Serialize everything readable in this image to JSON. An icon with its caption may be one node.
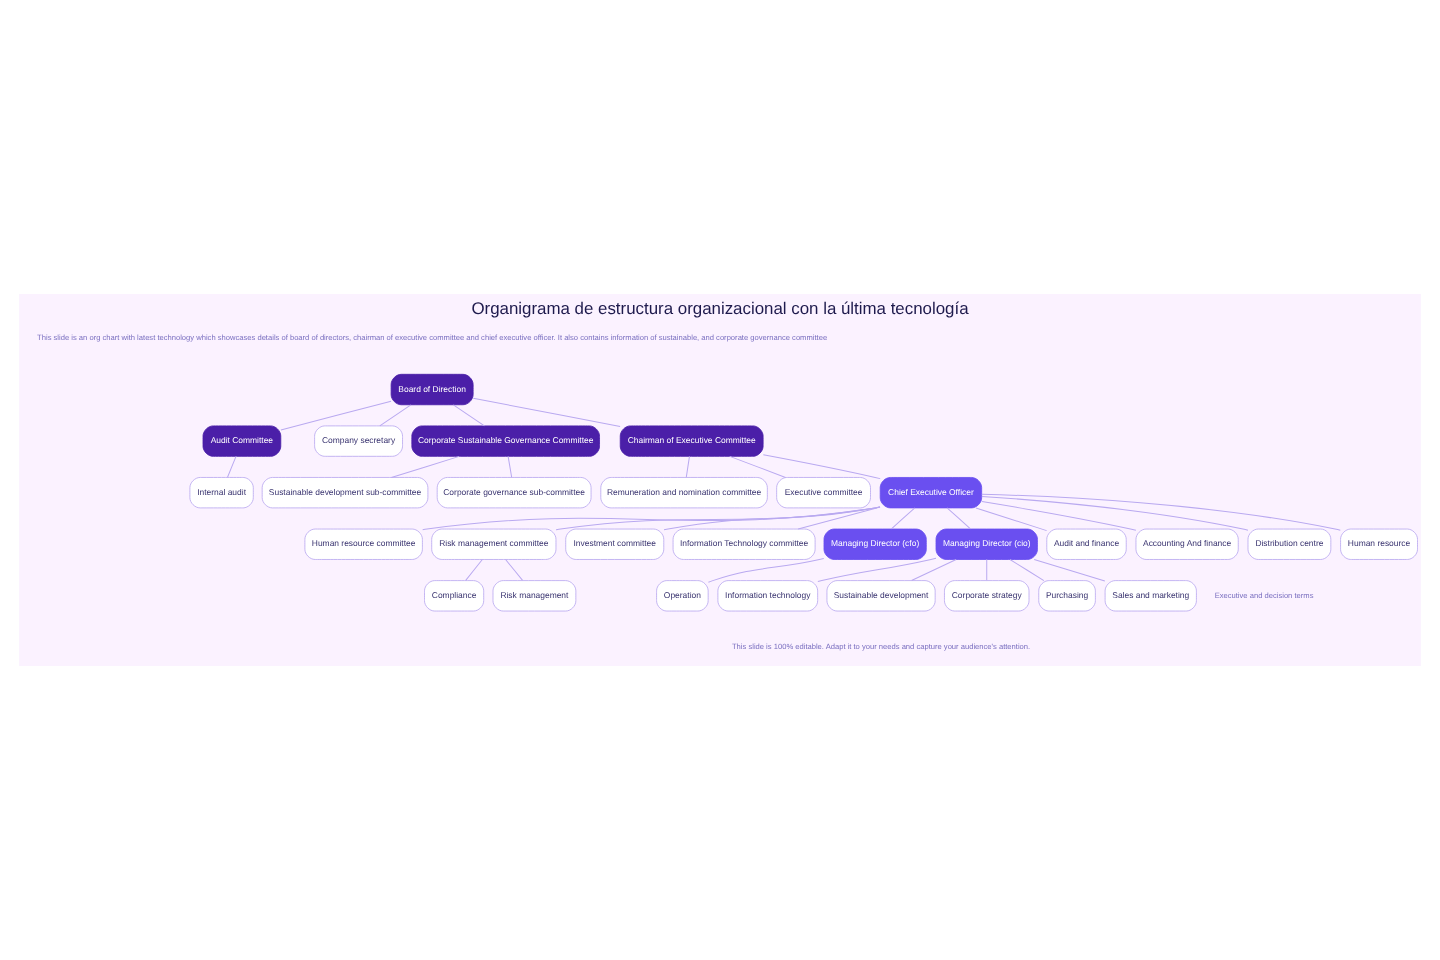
{
  "diagram": {
    "title": "Organigrama de estructura organizacional con la última tecnología",
    "caption": "This slide is 100% editable. Adapt it to your needs and capture your audience's attention.",
    "nodes": [
      {
        "text": [
          "Board of Direction"
        ]
      },
      {
        "text": [
          "Audit Committee"
        ]
      },
      {
        "text": [
          "Internal audit"
        ]
      },
      {
        "text": [
          "Company secretary"
        ]
      },
      {
        "text": [
          "Corporate Sustainable Governance Committee"
        ]
      },
      {
        "text": [
          "Sustainable development sub-committee"
        ]
      },
      {
        "text": [
          "Corporate governance sub-committee"
        ]
      },
      {
        "text": [
          "Chairman of Executive Committee"
        ]
      },
      {
        "text": [
          "Remuneration and nomination committee"
        ]
      },
      {
        "text": [
          "Executive committee"
        ]
      },
      {
        "text": [
          "Chief Executive Officer"
        ]
      },
      {
        "text": [
          "Human resource committee"
        ]
      },
      {
        "text": [
          "Risk management committee"
        ]
      },
      {
        "text": [
          "Compliance"
        ]
      },
      {
        "text": [
          "Risk management"
        ]
      },
      {
        "text": [
          "Investment committee"
        ]
      },
      {
        "text": [
          "Information Technology committee"
        ]
      },
      {
        "text": [
          "Managing Director (cfo)"
        ]
      },
      {
        "text": [
          "Managing Director (cio)"
        ]
      },
      {
        "text": [
          "Audit and finance"
        ]
      },
      {
        "text": [
          "Accounting And finance"
        ]
      },
      {
        "text": [
          "Distribution centre"
        ]
      },
      {
        "text": [
          "Human resource"
        ]
      },
      {
        "text": [
          "Operation"
        ]
      },
      {
        "text": [
          "Information technology"
        ]
      },
      {
        "text": [
          "Sustainable development"
        ]
      },
      {
        "text": [
          "Corporate strategy"
        ]
      },
      {
        "text": [
          "Purchasing"
        ]
      },
      {
        "text": [
          "Sales and marketing"
        ]
      }
    ],
    "edges": [
      {
        "from": 0,
        "to": 1,
        "arrow": "none"
      },
      {
        "from": 1,
        "to": 2,
        "arrow": "none"
      },
      {
        "from": 0,
        "to": 3,
        "arrow": "none"
      },
      {
        "from": 0,
        "to": 4,
        "arrow": "none"
      },
      {
        "from": 4,
        "to": 5,
        "arrow": "none"
      },
      {
        "from": 4,
        "to": 6,
        "arrow": "none"
      },
      {
        "from": 0,
        "to": 7,
        "arrow": "none"
      },
      {
        "from": 7,
        "to": 8,
        "arrow": "none"
      },
      {
        "from": 7,
        "to": 9,
        "arrow": "none"
      },
      {
        "from": 7,
        "to": 10,
        "arrow": "none"
      },
      {
        "from": 10,
        "to": 11,
        "arrow": "none"
      },
      {
        "from": 10,
        "to": 12,
        "arrow": "none"
      },
      {
        "from": 12,
        "to": 13,
        "arrow": "none"
      },
      {
        "from": 12,
        "to": 14,
        "arrow": "none"
      },
      {
        "from": 10,
        "to": 15,
        "arrow": "none"
      },
      {
        "from": 10,
        "to": 16,
        "arrow": "none"
      },
      {
        "from": 10,
        "to": 17,
        "arrow": "none"
      },
      {
        "from": 10,
        "to": 18,
        "arrow": "none"
      },
      {
        "from": 10,
        "to": 19,
        "arrow": "none"
      },
      {
        "from": 10,
        "to": 20,
        "arrow": "none"
      },
      {
        "from": 10,
        "to": 21,
        "arrow": "none"
      },
      {
        "from": 10,
        "to": 22,
        "arrow": "none"
      },
      {
        "from": 17,
        "to": 23,
        "arrow": "none"
      },
      {
        "from": 18,
        "to": 24,
        "arrow": "none"
      },
      {
        "from": 18,
        "to": 25,
        "arrow": "none"
      },
      {
        "from": 18,
        "to": 26,
        "arrow": "none"
      },
      {
        "from": 18,
        "to": 27,
        "arrow": "none"
      },
      {
        "from": 18,
        "to": 28,
        "arrow": "none"
      }
    ],
    "labels": [
      "This slide is an org chart with latest technology which showcases details of board of directors, chairman of executive committee and chief executive officer. It also contains information of sustainable, and corporate governance committee",
      "Executive and decision terms"
    ]
  }
}
